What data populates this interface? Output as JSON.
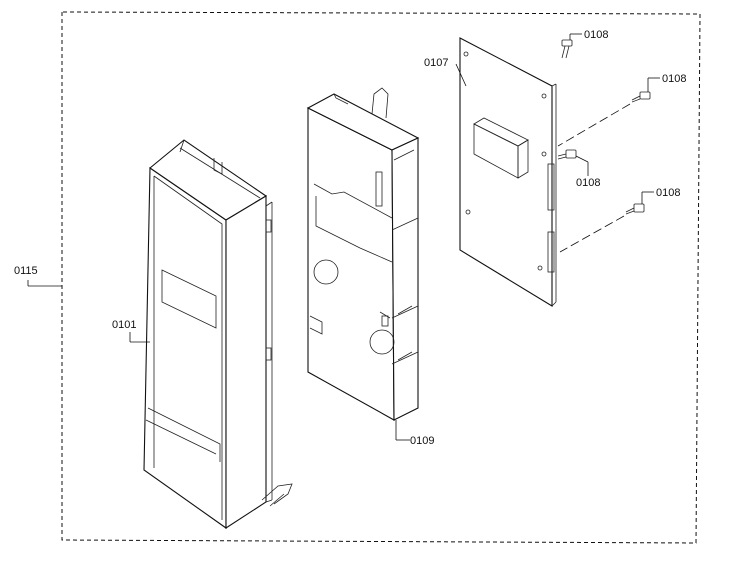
{
  "labels": {
    "assembly": "0115",
    "front_panel": "0101",
    "bracket": "0109",
    "pcb": "0107",
    "screw_1": "0108",
    "screw_2": "0108",
    "screw_3": "0108",
    "screw_4": "0108"
  }
}
